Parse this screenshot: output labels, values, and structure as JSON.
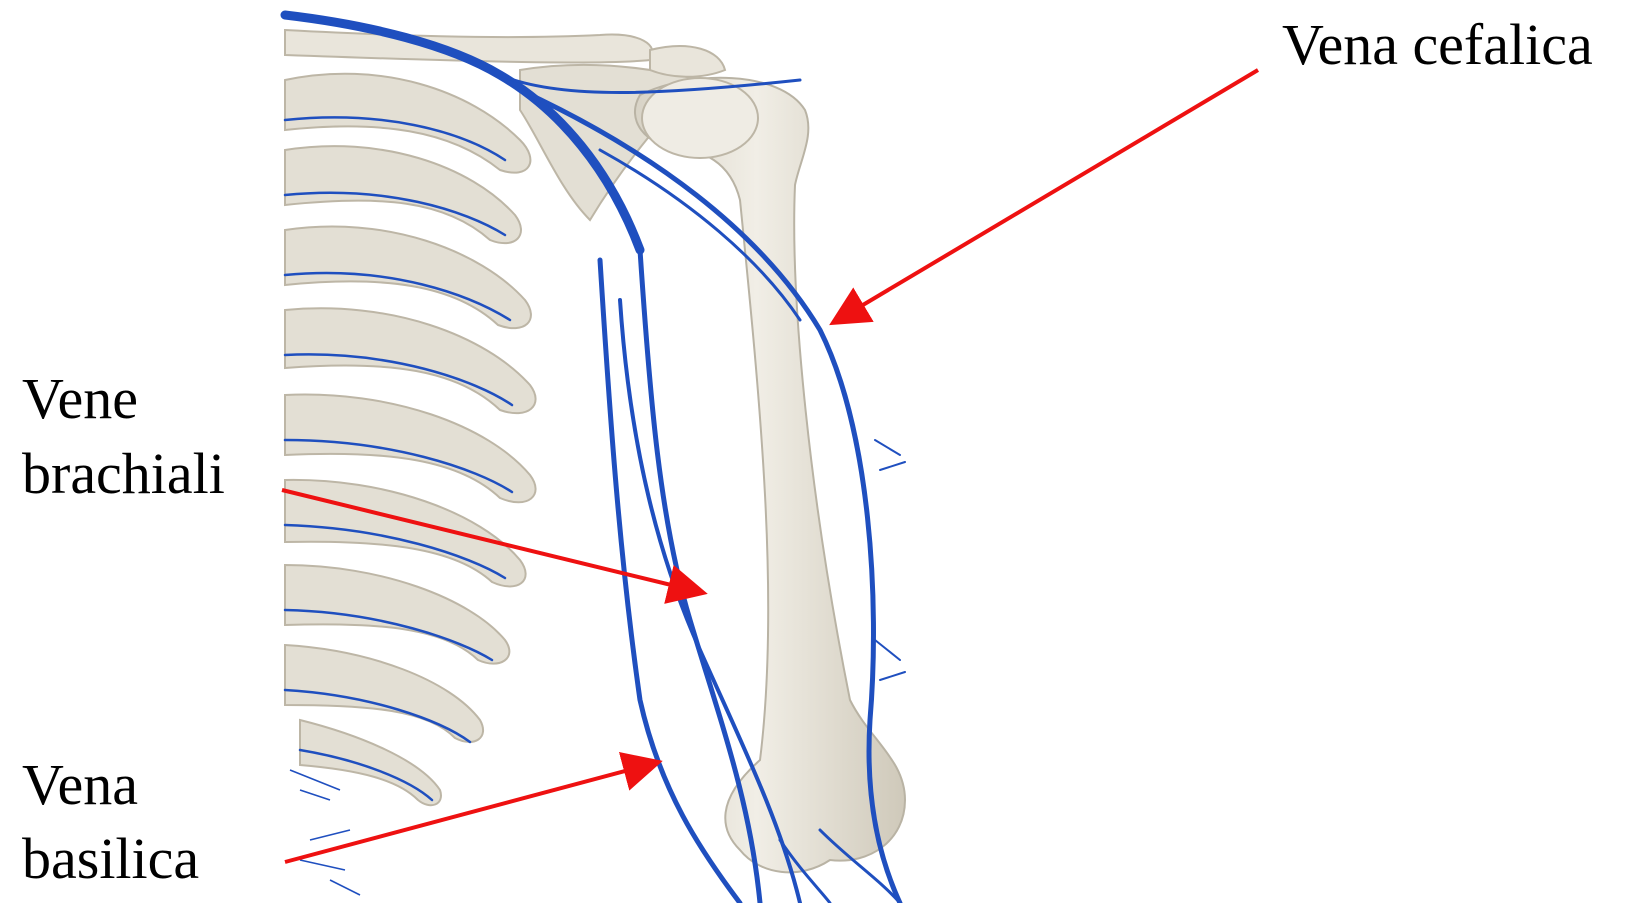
{
  "labels": {
    "cefalica": "Vena cefalica",
    "brachiali_line1": "Vene",
    "brachiali_line2": "brachiali",
    "basilica_line1": "Vena",
    "basilica_line2": "basilica"
  },
  "colors": {
    "arrow": "#ee1111",
    "vein": "#1f4fbf",
    "vein_light": "#3b6fd8",
    "bone": "#e6e2d7",
    "bone_edge": "#b9b3a4",
    "background": "#ffffff"
  },
  "icons": {
    "illustration": "skeleton-shoulder-arm-veins"
  }
}
